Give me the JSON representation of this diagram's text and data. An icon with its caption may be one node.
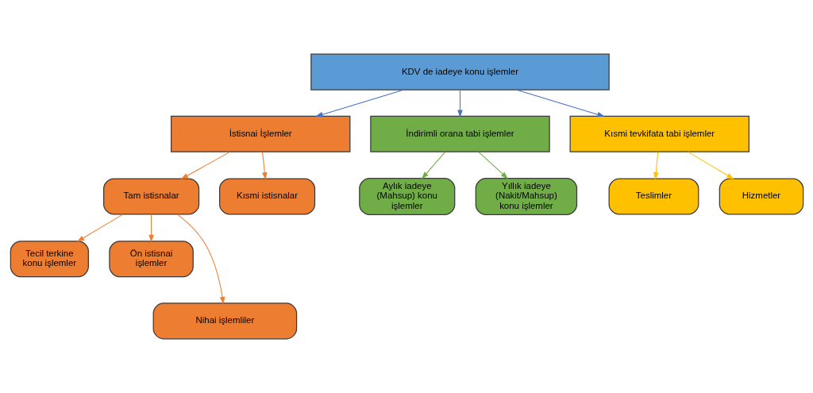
{
  "diagram": {
    "nodes": [
      {
        "text": [
          "KDV de iadeye konu işlemler"
        ]
      },
      {
        "text": [
          "İstisnai İşlemler"
        ]
      },
      {
        "text": [
          "İndirimli orana tabi işlemler"
        ]
      },
      {
        "text": [
          "Kısmi tevkifata tabi işlemler"
        ]
      },
      {
        "text": [
          "Tam istisnalar"
        ]
      },
      {
        "text": [
          "Kısmi istisnalar"
        ]
      },
      {
        "text": [
          "Tecil terkine konu işlemler"
        ]
      },
      {
        "text": [
          "Ön istisnai işlemler"
        ]
      },
      {
        "text": [
          "Nihai işlemliler"
        ]
      },
      {
        "text": [
          "Aylık iadeye (Mahsup) konu işlemler"
        ]
      },
      {
        "text": [
          "Yıllık iadeye (Nakit/Mahsup) konu işlemler"
        ]
      },
      {
        "text": [
          "Teslimler"
        ]
      },
      {
        "text": [
          "Hizmetler"
        ]
      }
    ],
    "edges": [
      {
        "from": 0,
        "to": 1,
        "arrow": "to",
        "color": "#4472c4"
      },
      {
        "from": 0,
        "to": 2,
        "arrow": "to",
        "color": "#4472c4"
      },
      {
        "from": 0,
        "to": 3,
        "arrow": "to",
        "color": "#4472c4"
      },
      {
        "from": 1,
        "to": 4,
        "arrow": "to"
      },
      {
        "from": 1,
        "to": 5,
        "arrow": "to"
      },
      {
        "from": 4,
        "to": 6,
        "arrow": "to"
      },
      {
        "from": 4,
        "to": 8,
        "arrow": "to"
      },
      {
        "from": 4,
        "to": 7,
        "arrow": "to"
      },
      {
        "from": 2,
        "to": 9,
        "arrow": "to",
        "color": "#70ad47"
      },
      {
        "from": 2,
        "to": 10,
        "arrow": "to",
        "color": "#70ad47"
      },
      {
        "from": 3,
        "to": 11,
        "arrow": "to",
        "color": "#ffc000"
      },
      {
        "from": 3,
        "to": 12,
        "arrow": "to",
        "color": "#ffc000"
      }
    ]
  }
}
